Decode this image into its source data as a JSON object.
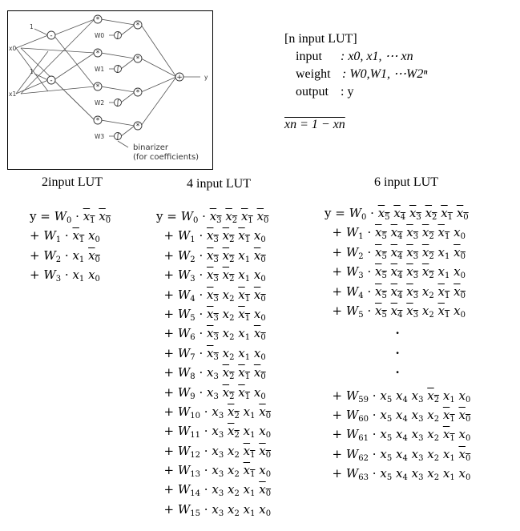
{
  "diagram": {
    "inputs": [
      "x0",
      "x1"
    ],
    "bias": [
      "1",
      "1"
    ],
    "weights": [
      "W0",
      "W1",
      "W2",
      "W3"
    ],
    "output": "y",
    "ops": {
      "minus": "-",
      "mult": "*",
      "plus": "+",
      "binarizer": "∫"
    },
    "note_line1": "binarizer",
    "note_line2": "(for coefficients)"
  },
  "spec": {
    "title": "[n input LUT]",
    "input_label": "input",
    "input_value": ": x0, x1, ⋯ xn",
    "weight_label": "weight",
    "weight_value": ": W0,W1, ⋯W2ⁿ",
    "output_label": "output",
    "output_value": ": y",
    "negation": "xn = 1 − xn"
  },
  "col2": {
    "title": "2input LUT",
    "lines": [
      [
        "y = W",
        "0",
        [
          [
            "x",
            "1",
            1
          ],
          [
            "x",
            "0",
            1
          ]
        ]
      ],
      [
        "+ W",
        "1",
        [
          [
            "x",
            "1",
            1
          ],
          [
            "x",
            "0",
            0
          ]
        ]
      ],
      [
        "+ W",
        "2",
        [
          [
            "x",
            "1",
            0
          ],
          [
            "x",
            "0",
            1
          ]
        ]
      ],
      [
        "+ W",
        "3",
        [
          [
            "x",
            "1",
            0
          ],
          [
            "x",
            "0",
            0
          ]
        ]
      ]
    ]
  },
  "col4": {
    "title": "4 input LUT",
    "vars": [
      "3",
      "2",
      "1",
      "0"
    ],
    "count": 16
  },
  "col6": {
    "title": "6 input LUT",
    "vars": [
      "5",
      "4",
      "3",
      "2",
      "1",
      "0"
    ],
    "first": [
      0,
      1,
      2,
      3,
      4,
      5
    ],
    "last": [
      59,
      60,
      61,
      62,
      63
    ],
    "dots": ".",
    "total": 64
  }
}
